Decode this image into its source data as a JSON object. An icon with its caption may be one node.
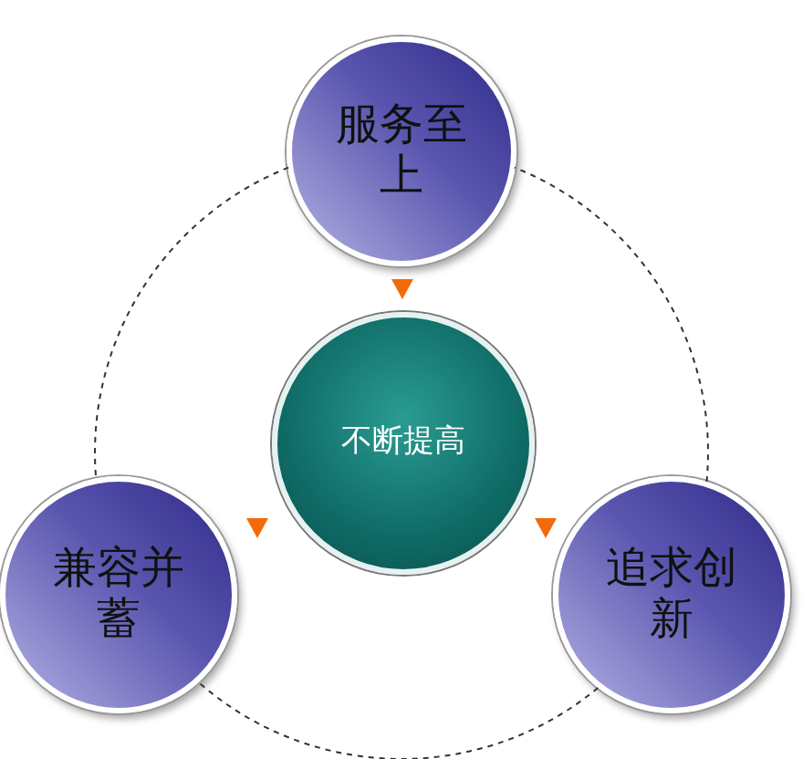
{
  "diagram": {
    "nodes": [
      {
        "text": [
          "服务至上"
        ]
      },
      {
        "text": [
          "不断提高"
        ]
      },
      {
        "text": [
          "兼容并蓄"
        ]
      },
      {
        "text": [
          "追求创新"
        ]
      }
    ],
    "edges": [
      {
        "from": 0,
        "to": 1,
        "arrow": "to",
        "color": "#f26a0a"
      },
      {
        "from": 0,
        "to": 2,
        "arrow": "none",
        "style": "dashed",
        "color": "#333333"
      },
      {
        "from": 2,
        "to": 3,
        "arrow": "none",
        "style": "dashed",
        "color": "#333333"
      },
      {
        "from": 3,
        "to": 0,
        "arrow": "none",
        "style": "dashed",
        "color": "#333333"
      }
    ]
  }
}
